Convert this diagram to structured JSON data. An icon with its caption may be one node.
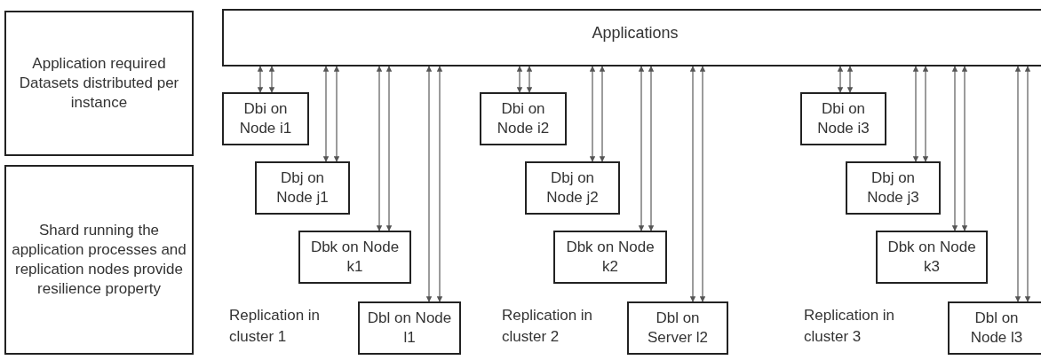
{
  "diagram": {
    "nodes": [
      {
        "text": [
          "Application required Datasets distributed per instance"
        ]
      },
      {
        "text": [
          "Shard running the application processes and replication nodes provide resilience property"
        ]
      },
      {
        "text": [
          "Applications"
        ]
      },
      {
        "text": [
          "Dbi on Node i1"
        ]
      },
      {
        "text": [
          "Dbj on Node j1"
        ]
      },
      {
        "text": [
          "Dbk on Node k1"
        ]
      },
      {
        "text": [
          "Dbl on Node l1"
        ]
      },
      {
        "text": [
          "Dbi on Node i2"
        ]
      },
      {
        "text": [
          "Dbj on Node j2"
        ]
      },
      {
        "text": [
          "Dbk on Node k2"
        ]
      },
      {
        "text": [
          "Dbl on Server l2"
        ]
      },
      {
        "text": [
          "Dbi on Node i3"
        ]
      },
      {
        "text": [
          "Dbj on Node j3"
        ]
      },
      {
        "text": [
          "Dbk on Node k3"
        ]
      },
      {
        "text": [
          "Dbl on Node l3"
        ]
      }
    ],
    "edges": [
      {
        "from": 2,
        "to": 3,
        "arrow": "both"
      },
      {
        "from": 2,
        "to": 3,
        "arrow": "both"
      },
      {
        "from": 2,
        "to": 4,
        "arrow": "both"
      },
      {
        "from": 2,
        "to": 4,
        "arrow": "both"
      },
      {
        "from": 2,
        "to": 5,
        "arrow": "both"
      },
      {
        "from": 2,
        "to": 5,
        "arrow": "both"
      },
      {
        "from": 2,
        "to": 6,
        "arrow": "both"
      },
      {
        "from": 2,
        "to": 6,
        "arrow": "both"
      },
      {
        "from": 2,
        "to": 7,
        "arrow": "both"
      },
      {
        "from": 2,
        "to": 7,
        "arrow": "both"
      },
      {
        "from": 2,
        "to": 8,
        "arrow": "both"
      },
      {
        "from": 2,
        "to": 8,
        "arrow": "both"
      },
      {
        "from": 2,
        "to": 9,
        "arrow": "both"
      },
      {
        "from": 2,
        "to": 9,
        "arrow": "both"
      },
      {
        "from": 2,
        "to": 10,
        "arrow": "both"
      },
      {
        "from": 2,
        "to": 10,
        "arrow": "both"
      },
      {
        "from": 2,
        "to": 11,
        "arrow": "both"
      },
      {
        "from": 2,
        "to": 11,
        "arrow": "both"
      },
      {
        "from": 2,
        "to": 12,
        "arrow": "both"
      },
      {
        "from": 2,
        "to": 12,
        "arrow": "both"
      },
      {
        "from": 2,
        "to": 13,
        "arrow": "both"
      },
      {
        "from": 2,
        "to": 13,
        "arrow": "both"
      },
      {
        "from": 2,
        "to": 14,
        "arrow": "both"
      },
      {
        "from": 2,
        "to": 14,
        "arrow": "both"
      }
    ],
    "labels": [
      "Replication in cluster 1",
      "Replication in cluster 2",
      "Replication in cluster 3"
    ]
  }
}
